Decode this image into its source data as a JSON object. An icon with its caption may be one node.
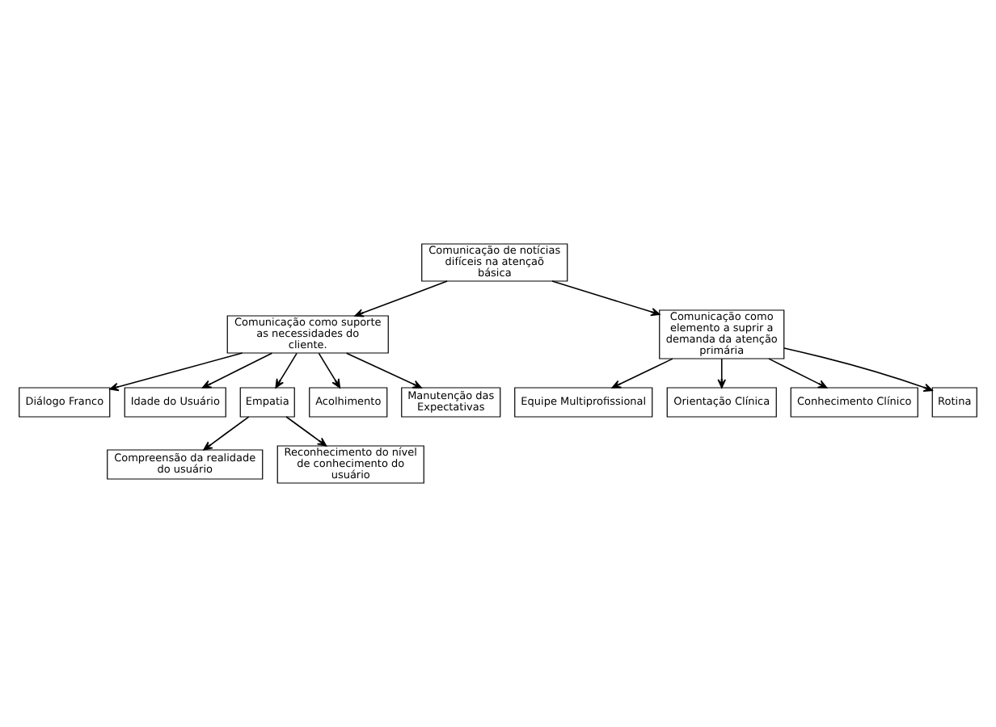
{
  "diagram": {
    "nodes": [
      {
        "text": [
          "Comunicação de notícias difíceis na atençaõ básica"
        ]
      },
      {
        "text": [
          "Comunicação como suporte as necessidades do cliente."
        ]
      },
      {
        "text": [
          "Comunicação como elemento a suprir a demanda da atenção primária"
        ]
      },
      {
        "text": [
          "Diálogo Franco"
        ]
      },
      {
        "text": [
          "Idade do Usuário"
        ]
      },
      {
        "text": [
          "Empatia"
        ]
      },
      {
        "text": [
          "Acolhimento"
        ]
      },
      {
        "text": [
          "Manutenção das Expectativas"
        ]
      },
      {
        "text": [
          "Compreensão da realidade do usuário"
        ]
      },
      {
        "text": [
          "Reconhecimento do nível de conhecimento do usuário"
        ]
      },
      {
        "text": [
          "Equipe Multiprofissional"
        ]
      },
      {
        "text": [
          "Orientação Clínica"
        ]
      },
      {
        "text": [
          "Conhecimento Clínico"
        ]
      },
      {
        "text": [
          "Rotina"
        ]
      }
    ],
    "edges": [
      {
        "from": 0,
        "to": 1,
        "arrow": "to"
      },
      {
        "from": 0,
        "to": 2,
        "arrow": "to"
      },
      {
        "from": 1,
        "to": 3,
        "arrow": "to"
      },
      {
        "from": 1,
        "to": 4,
        "arrow": "to"
      },
      {
        "from": 1,
        "to": 5,
        "arrow": "to"
      },
      {
        "from": 1,
        "to": 6,
        "arrow": "to"
      },
      {
        "from": 1,
        "to": 7,
        "arrow": "to"
      },
      {
        "from": 5,
        "to": 8,
        "arrow": "to"
      },
      {
        "from": 5,
        "to": 9,
        "arrow": "to"
      },
      {
        "from": 2,
        "to": 10,
        "arrow": "to"
      },
      {
        "from": 2,
        "to": 11,
        "arrow": "to"
      },
      {
        "from": 2,
        "to": 12,
        "arrow": "to"
      },
      {
        "from": 2,
        "to": 13,
        "arrow": "to"
      }
    ]
  }
}
